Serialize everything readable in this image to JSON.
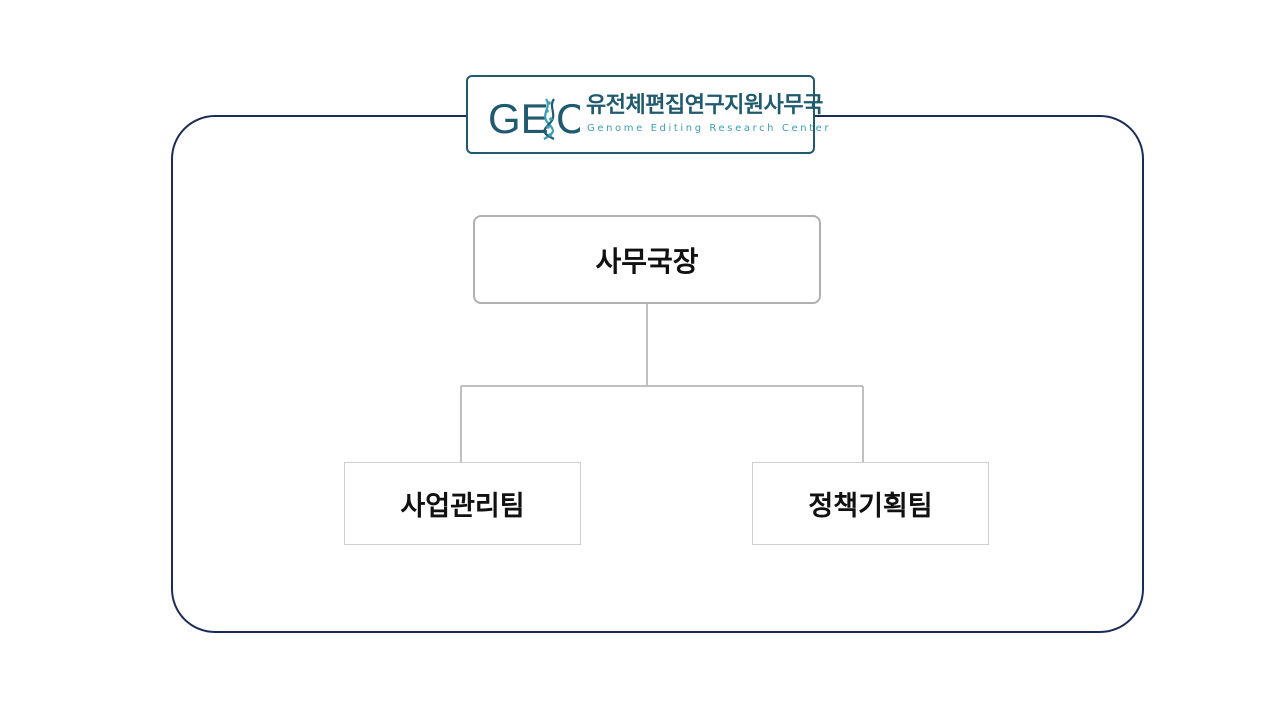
{
  "logo": {
    "mark_text": "GEKC",
    "korean_name": "유전체편집연구지원사무국",
    "english_name": "Genome Editing Research Center",
    "primary_color": "#1f5a6e",
    "accent_color": "#3aa0b5"
  },
  "org_chart": {
    "head": {
      "label": "사무국장"
    },
    "teams": [
      {
        "label": "사업관리팀"
      },
      {
        "label": "정책기획팀"
      }
    ]
  },
  "colors": {
    "frame_border": "#1a2b5a",
    "node_border": "#b0b0b0",
    "connector": "#c0c0c0"
  }
}
